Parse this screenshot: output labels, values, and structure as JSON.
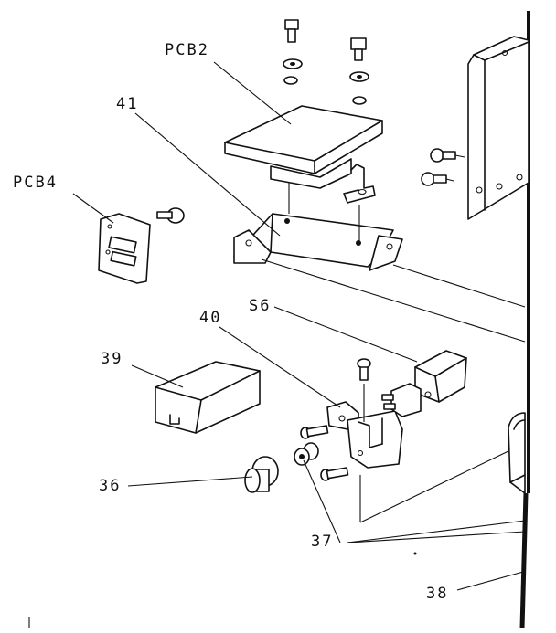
{
  "labels": {
    "pcb2": "PCB2",
    "n41": "41",
    "pcb4": "PCB4",
    "s6": "S6",
    "n40": "40",
    "n39": "39",
    "n36": "36",
    "n37": "37",
    "n38": "38"
  }
}
